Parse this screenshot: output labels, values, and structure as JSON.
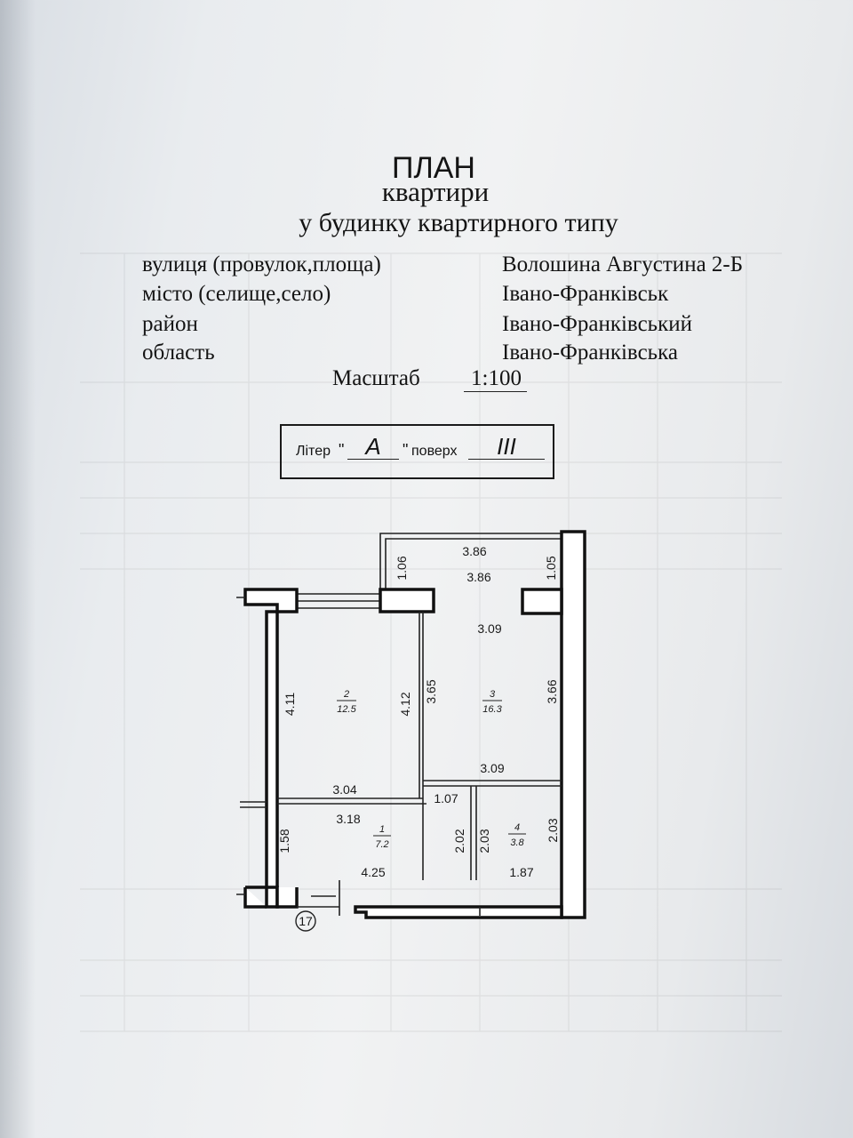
{
  "header": {
    "title": "ПЛАН",
    "subtitle1": "квартири",
    "subtitle2": "у будинку квартирного типу"
  },
  "address": [
    {
      "label": "вулиця (провулок,площа)",
      "value": "Волошина Августина 2-Б"
    },
    {
      "label": "місто (селище,село)",
      "value": "Івано-Франківськ"
    },
    {
      "label": "район",
      "value": "Івано-Франківський"
    },
    {
      "label": "область",
      "value": "Івано-Франківська"
    }
  ],
  "scale": {
    "label": "Масштаб",
    "value": "1:100"
  },
  "frame": {
    "liter_label": "Літер",
    "liter_value": "А",
    "floor_label": "поверх",
    "floor_value": "III"
  },
  "rooms": [
    {
      "number": "1",
      "area": "7.2"
    },
    {
      "number": "2",
      "area": "12.5"
    },
    {
      "number": "3",
      "area": "16.3"
    },
    {
      "number": "4",
      "area": "3.8"
    }
  ],
  "dimensions": {
    "balcony_top": "3.86",
    "room3_top": "3.86",
    "balcony_left": "1.06",
    "balcony_right": "1.05",
    "room3_middle": "3.09",
    "room3_lower": "3.09",
    "room2_left": "4.11",
    "room2_right": "4.12",
    "room3_left": "3.65",
    "room3_right": "3.66",
    "room2_bottom": "3.04",
    "corridor_top": "3.18",
    "closet_width": "1.07",
    "corridor_left": "1.58",
    "corridor_bottom": "4.25",
    "closet_left": "2.02",
    "closet_right": "2.03",
    "room4_right": "2.03",
    "room4_bottom": "1.87"
  },
  "marker": "17"
}
